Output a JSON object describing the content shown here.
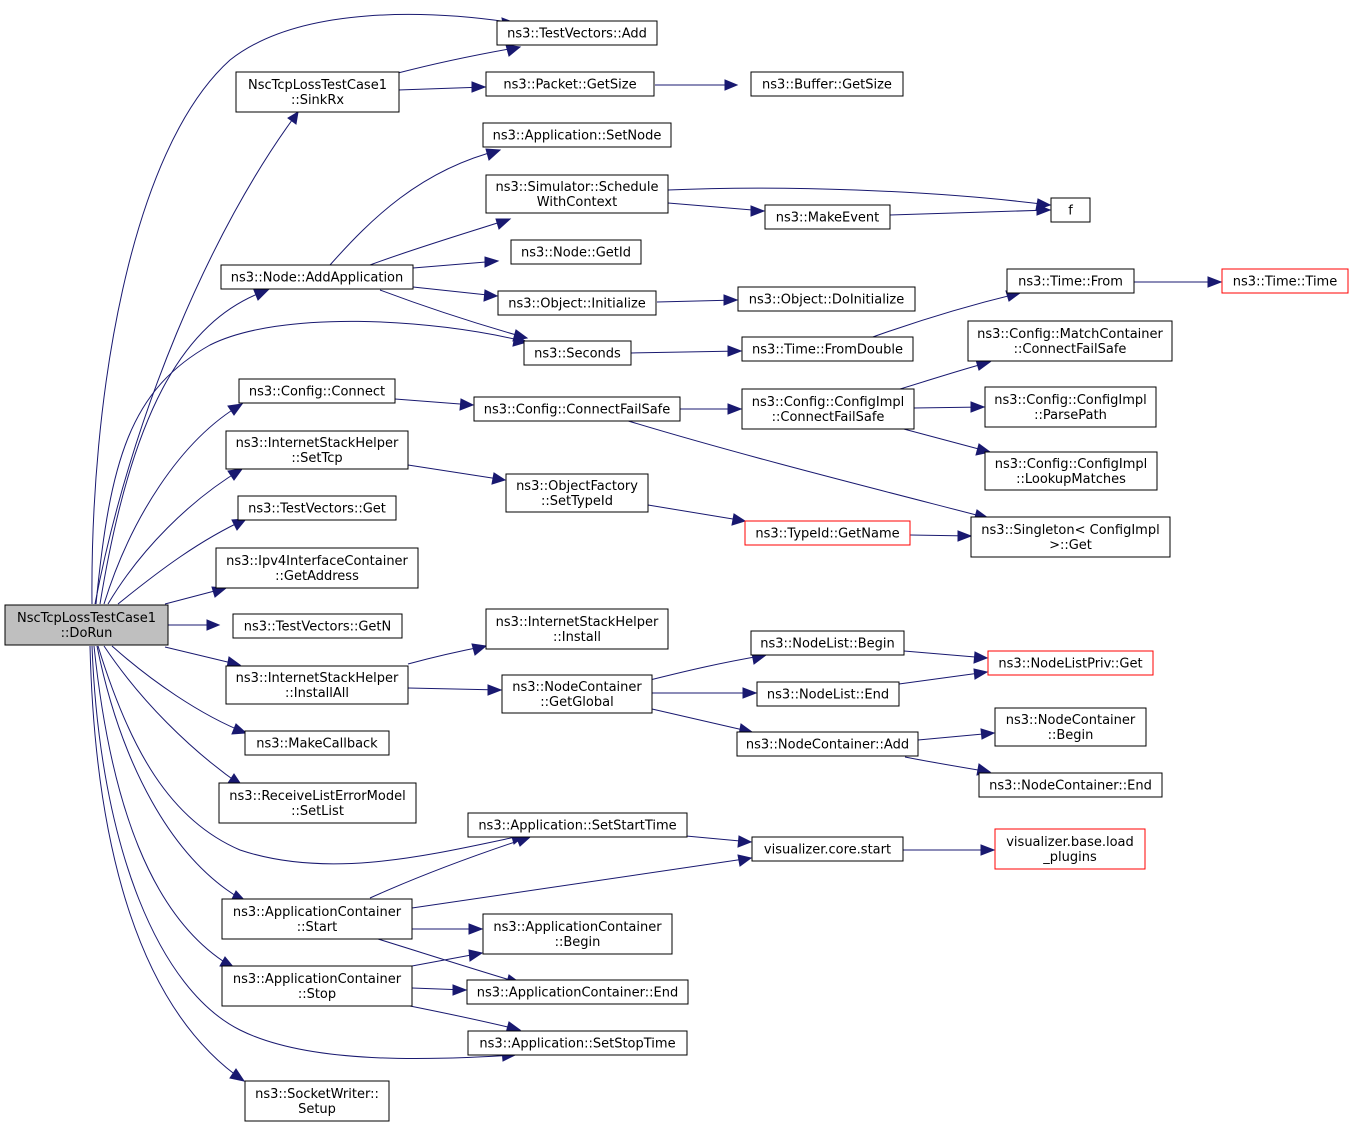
{
  "colors": {
    "edge": "#191970",
    "root_fill": "#bfbfbf",
    "highlight_border": "#ff0000",
    "border": "#000000"
  },
  "nodes": {
    "n0": {
      "lines": [
        "NscTcpLossTestCase1",
        "::DoRun"
      ],
      "style": "root"
    },
    "n1": {
      "lines": [
        "ns3::TestVectors::Add"
      ]
    },
    "n2": {
      "lines": [
        "NscTcpLossTestCase1",
        "::SinkRx"
      ]
    },
    "n3": {
      "lines": [
        "ns3::Packet::GetSize"
      ]
    },
    "n4": {
      "lines": [
        "ns3::Buffer::GetSize"
      ]
    },
    "n5": {
      "lines": [
        "ns3::Application::SetNode"
      ]
    },
    "n6": {
      "lines": [
        "ns3::Simulator::Schedule",
        "WithContext"
      ]
    },
    "n7": {
      "lines": [
        "f"
      ]
    },
    "n8": {
      "lines": [
        "ns3::MakeEvent"
      ]
    },
    "n9": {
      "lines": [
        "ns3::Node::GetId"
      ]
    },
    "n10": {
      "lines": [
        "ns3::Node::AddApplication"
      ]
    },
    "n11": {
      "lines": [
        "ns3::Object::Initialize"
      ]
    },
    "n12": {
      "lines": [
        "ns3::Object::DoInitialize"
      ]
    },
    "n13": {
      "lines": [
        "ns3::Time::From"
      ]
    },
    "n14": {
      "lines": [
        "ns3::Time::Time"
      ],
      "style": "red"
    },
    "n15": {
      "lines": [
        "ns3::Seconds"
      ]
    },
    "n16": {
      "lines": [
        "ns3::Time::FromDouble"
      ]
    },
    "n17": {
      "lines": [
        "ns3::Config::MatchContainer",
        "::ConnectFailSafe"
      ]
    },
    "n18": {
      "lines": [
        "ns3::Config::Connect"
      ]
    },
    "n19": {
      "lines": [
        "ns3::Config::ConnectFailSafe"
      ]
    },
    "n20": {
      "lines": [
        "ns3::Config::ConfigImpl",
        "::ConnectFailSafe"
      ]
    },
    "n21": {
      "lines": [
        "ns3::Config::ConfigImpl",
        "::ParsePath"
      ]
    },
    "n22": {
      "lines": [
        "ns3::InternetStackHelper",
        "::SetTcp"
      ]
    },
    "n23": {
      "lines": [
        "ns3::Config::ConfigImpl",
        "::LookupMatches"
      ]
    },
    "n24": {
      "lines": [
        "ns3::ObjectFactory",
        "::SetTypeId"
      ]
    },
    "n25": {
      "lines": [
        "ns3::TestVectors::Get"
      ]
    },
    "n26": {
      "lines": [
        "ns3::TypeId::GetName"
      ],
      "style": "red"
    },
    "n27": {
      "lines": [
        "ns3::Singleton< ConfigImpl",
        " >::Get"
      ]
    },
    "n28": {
      "lines": [
        "ns3::Ipv4InterfaceContainer",
        "::GetAddress"
      ]
    },
    "n29": {
      "lines": [
        "ns3::TestVectors::GetN"
      ]
    },
    "n30": {
      "lines": [
        "ns3::InternetStackHelper",
        "::Install"
      ]
    },
    "n31": {
      "lines": [
        "ns3::NodeList::Begin"
      ]
    },
    "n32": {
      "lines": [
        "ns3::NodeListPriv::Get"
      ],
      "style": "red"
    },
    "n33": {
      "lines": [
        "ns3::InternetStackHelper",
        "::InstallAll"
      ]
    },
    "n34": {
      "lines": [
        "ns3::NodeContainer",
        "::GetGlobal"
      ]
    },
    "n35": {
      "lines": [
        "ns3::NodeList::End"
      ]
    },
    "n36": {
      "lines": [
        "ns3::MakeCallback"
      ]
    },
    "n37": {
      "lines": [
        "ns3::NodeContainer::Add"
      ]
    },
    "n38": {
      "lines": [
        "ns3::NodeContainer",
        "::Begin"
      ]
    },
    "n39": {
      "lines": [
        "ns3::ReceiveListErrorModel",
        "::SetList"
      ]
    },
    "n40": {
      "lines": [
        "ns3::NodeContainer::End"
      ]
    },
    "n41": {
      "lines": [
        "ns3::Application::SetStartTime"
      ]
    },
    "n42": {
      "lines": [
        "visualizer.core.start"
      ]
    },
    "n43": {
      "lines": [
        "visualizer.base.load",
        "_plugins"
      ],
      "style": "red"
    },
    "n44": {
      "lines": [
        "ns3::ApplicationContainer",
        "::Start"
      ]
    },
    "n45": {
      "lines": [
        "ns3::ApplicationContainer",
        "::Begin"
      ]
    },
    "n46": {
      "lines": [
        "ns3::ApplicationContainer",
        "::Stop"
      ]
    },
    "n47": {
      "lines": [
        "ns3::ApplicationContainer::End"
      ]
    },
    "n48": {
      "lines": [
        "ns3::Application::SetStopTime"
      ]
    },
    "n49": {
      "lines": [
        "ns3::SocketWriter::",
        "Setup"
      ]
    }
  }
}
